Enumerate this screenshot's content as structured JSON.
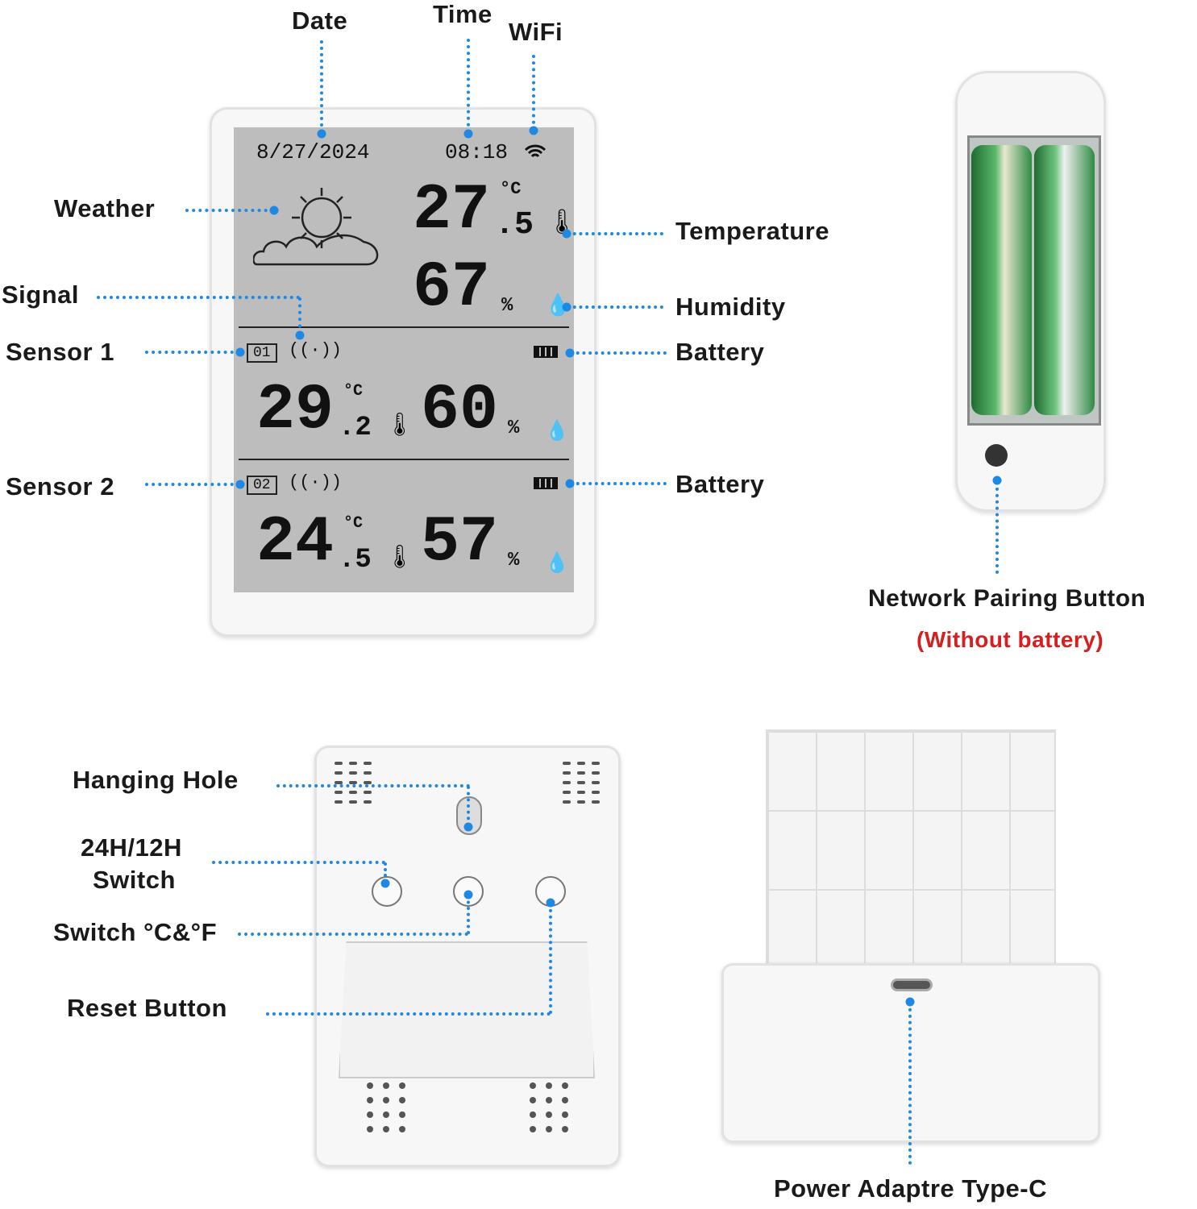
{
  "front_labels": {
    "date": "Date",
    "time": "Time",
    "wifi": "WiFi",
    "weather": "Weather",
    "signal": "Signal",
    "sensor1": "Sensor 1",
    "sensor2": "Sensor 2",
    "temperature": "Temperature",
    "humidity": "Humidity",
    "battery1": "Battery",
    "battery2": "Battery"
  },
  "lcd": {
    "date": "8/27/2024",
    "time": "08:18",
    "indoor": {
      "temp_int": "27",
      "temp_dec": ".5",
      "temp_unit": "°C",
      "humidity": "67",
      "hum_unit": "%"
    },
    "sensor1": {
      "id": "01",
      "temp_int": "29",
      "temp_dec": ".2",
      "temp_unit": "°C",
      "humidity": "60",
      "hum_unit": "%"
    },
    "sensor2": {
      "id": "02",
      "temp_int": "24",
      "temp_dec": ".5",
      "temp_unit": "°C",
      "humidity": "57",
      "hum_unit": "%"
    }
  },
  "battery_compartment": {
    "label": "Network Pairing Button",
    "note": "(Without battery)"
  },
  "back_labels": {
    "hanging_hole": "Hanging Hole",
    "hour_switch_1": "24H/12H",
    "hour_switch_2": "Switch",
    "unit_switch": "Switch °C&°F",
    "reset": "Reset Button"
  },
  "stand_labels": {
    "power": "Power Adaptre Type-C"
  },
  "colors": {
    "callout": "#1e88e5",
    "note": "#d42020",
    "lcd": "#bdbdbd"
  }
}
